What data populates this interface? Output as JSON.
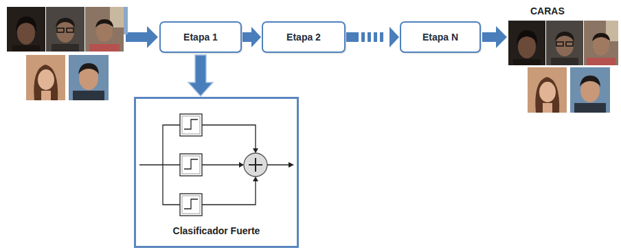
{
  "diagram": {
    "nodes": [
      {
        "text": [
          "Etapa 1"
        ]
      },
      {
        "text": [
          "Etapa 2"
        ]
      },
      {
        "text": [
          "Etapa N"
        ]
      },
      {
        "text": [
          "Clasificador Fuerte"
        ]
      }
    ],
    "edges": [
      {
        "from": 0,
        "to": 1,
        "arrow": "to"
      },
      {
        "from": 1,
        "to": 2,
        "arrow": "to"
      },
      {
        "from": 0,
        "to": 3,
        "arrow": "to"
      }
    ],
    "labels": [
      "CARAS"
    ]
  }
}
